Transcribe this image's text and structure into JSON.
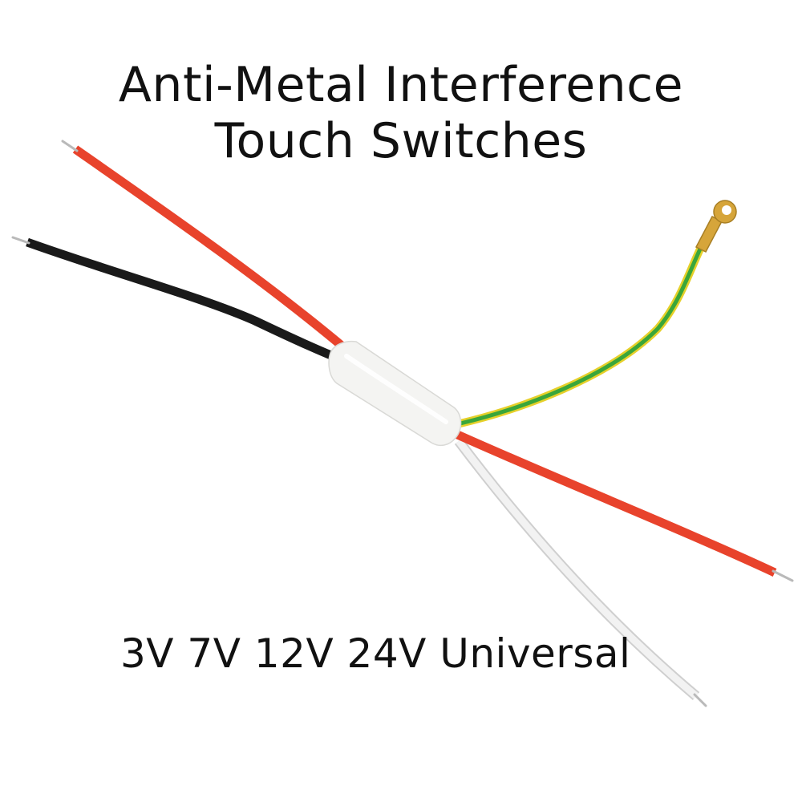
{
  "headline": {
    "line1": "Anti-Metal Interference",
    "line2": "Touch Switches"
  },
  "caption": "3V 7V 12V 24V Universal",
  "colors": {
    "background": "#ffffff",
    "text": "#111111",
    "red_wire": "#e8432c",
    "black_wire": "#1a1a1a",
    "white_wire": "#f2f2f2",
    "ground_green": "#3aa63a",
    "ground_yellow": "#e6d02a",
    "module_body": "#f4f4f2",
    "terminal_brass": "#d6a53a"
  }
}
